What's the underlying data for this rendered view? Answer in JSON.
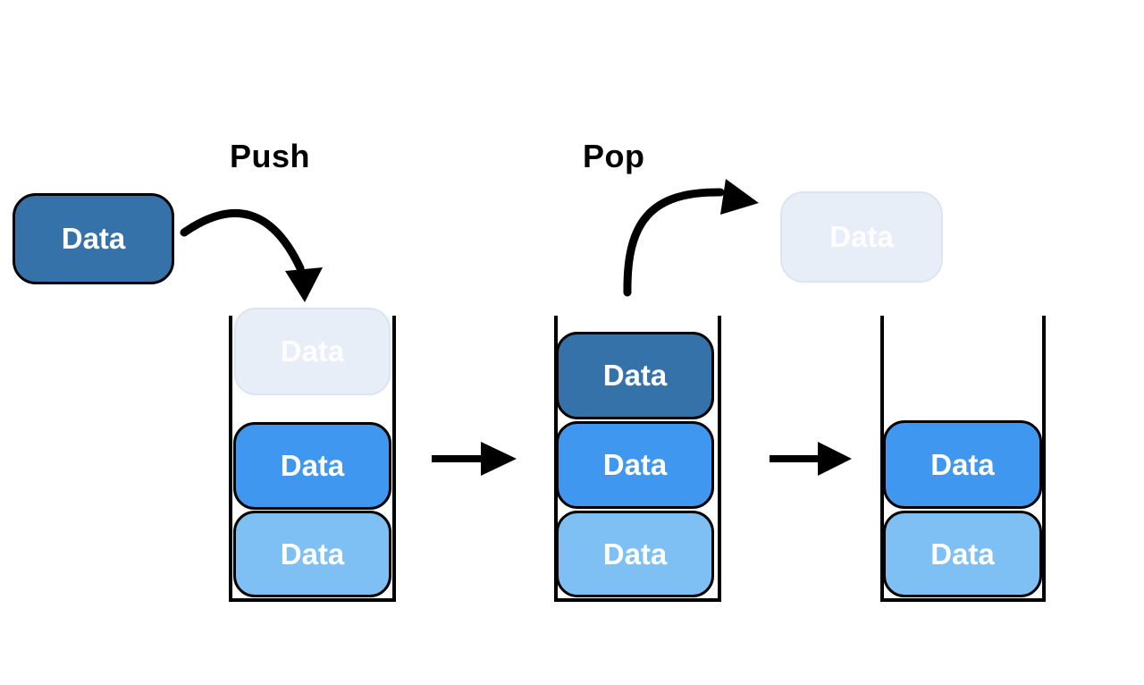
{
  "labels": {
    "push": "Push",
    "pop": "Pop"
  },
  "incoming_box": {
    "label": "Data",
    "variant": "dark"
  },
  "popped_box": {
    "label": "Data",
    "variant": "ghost"
  },
  "stacks": [
    {
      "id": "stack-1",
      "items": [
        {
          "label": "Data",
          "variant": "ghost"
        },
        {
          "label": "Data",
          "variant": "medium"
        },
        {
          "label": "Data",
          "variant": "light"
        }
      ]
    },
    {
      "id": "stack-2",
      "items": [
        {
          "label": "Data",
          "variant": "dark"
        },
        {
          "label": "Data",
          "variant": "medium"
        },
        {
          "label": "Data",
          "variant": "light"
        }
      ]
    },
    {
      "id": "stack-3",
      "items": [
        {
          "label": "Data",
          "variant": "medium"
        },
        {
          "label": "Data",
          "variant": "light"
        }
      ]
    }
  ],
  "colors": {
    "dark_blue": "#3572A9",
    "medium_blue": "#4097F0",
    "light_blue": "#7FC0F4",
    "ghost_fill": "#E8EEF7",
    "ghost_border": "#DCE4F0",
    "arrow_and_outline": "#000000",
    "background": "#FFFFFF",
    "box_text": "#FFFFFF"
  }
}
